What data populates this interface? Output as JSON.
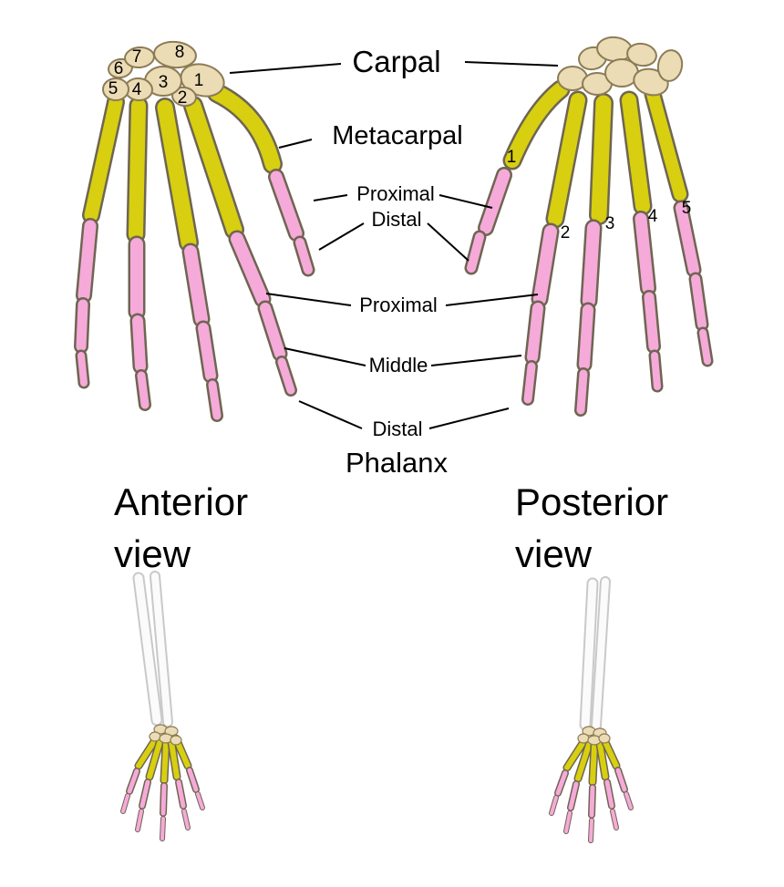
{
  "labels": {
    "carpal": "Carpal",
    "metacarpal": "Metacarpal",
    "thumb_proximal": "Proximal",
    "thumb_distal": "Distal",
    "finger_proximal": "Proximal",
    "finger_middle": "Middle",
    "finger_distal": "Distal",
    "phalanx": "Phalanx"
  },
  "views": {
    "anterior_line1": "Anterior",
    "anterior_line2": "view",
    "posterior_line1": "Posterior",
    "posterior_line2": "view"
  },
  "carpal_numbers": [
    "1",
    "2",
    "3",
    "4",
    "5",
    "6",
    "7",
    "8"
  ],
  "metacarpal_numbers": [
    "1",
    "2",
    "3",
    "4",
    "5"
  ],
  "colors": {
    "background": "#ffffff",
    "carpal_fill": "#ecdcb6",
    "carpal_outline": "#8c7c56",
    "metacarpal_fill": "#d7cf10",
    "phalanx_fill": "#f6aad9",
    "outline": "#6e6552",
    "forearm_fill": "#fbfbfb",
    "forearm_outline": "#c9c9c9",
    "leader": "#000000",
    "text": "#000000"
  }
}
